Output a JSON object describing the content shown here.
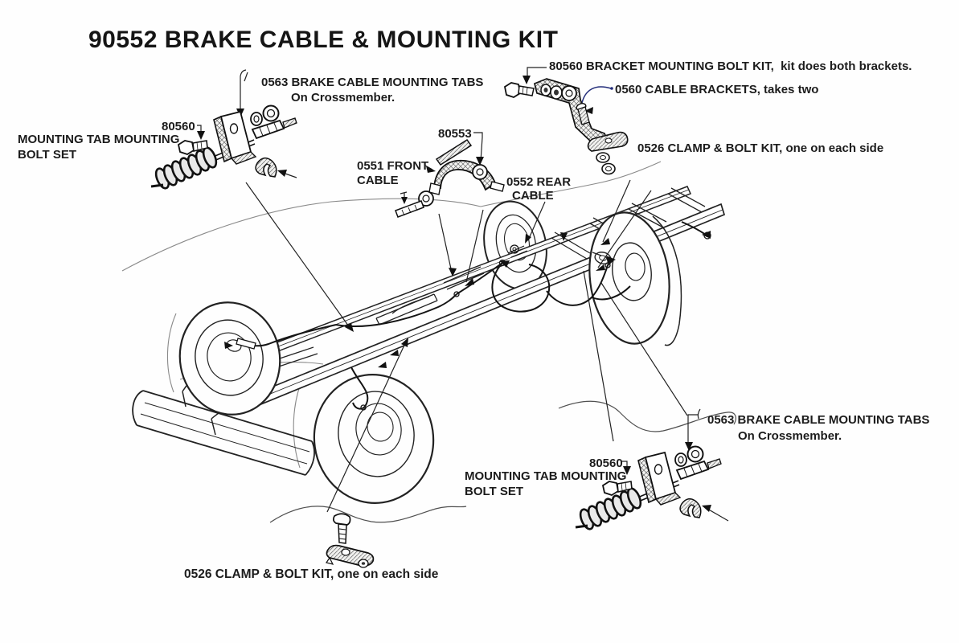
{
  "title": "90552 BRAKE CABLE & MOUNTING KIT",
  "colors": {
    "ink": "#1c1c1c",
    "leader_navy": "#232d7a",
    "paper": "#ffffff"
  },
  "callouts": {
    "tl_tabs_1": "0563 BRAKE CABLE MOUNTING TABS",
    "tl_tabs_2": "On Crossmember.",
    "tl_num": "80560",
    "tl_set_1": "MOUNTING TAB MOUNTING",
    "tl_set_2": "BOLT SET",
    "tr_kit": "80560 BRACKET MOUNTING BOLT KIT,  kit does both brackets.",
    "tr_brackets": "0560 CABLE BRACKETS, takes two",
    "tr_clamp": "0526 CLAMP & BOLT KIT, one on each side",
    "mid_num": "80553",
    "front_cable_1": "0551 FRONT",
    "front_cable_2": "CABLE",
    "rear_cable_1": "0552 REAR",
    "rear_cable_2": "CABLE",
    "br_tabs_1": "0563 BRAKE CABLE MOUNTING TABS",
    "br_tabs_2": "On Crossmember.",
    "br_num": "80560",
    "br_set_1": "MOUNTING TAB MOUNTING",
    "br_set_2": "BOLT SET",
    "bottom_clamp": "0526 CLAMP & BOLT KIT, one on each side"
  }
}
